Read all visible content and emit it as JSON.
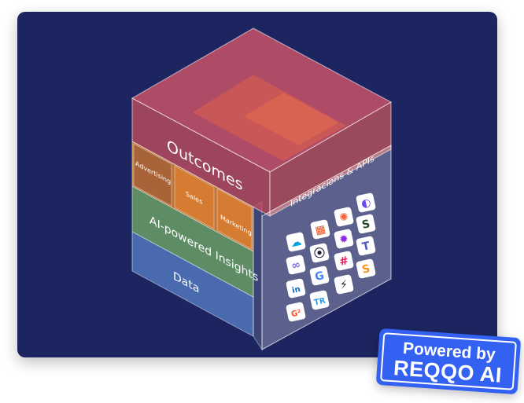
{
  "layers": {
    "outcomes": "Outcomes",
    "advertising": "Advertising",
    "sales": "Sales",
    "marketing": "Marketing",
    "insights": "AI-powered Insights",
    "data": "Data",
    "integrations": "Integracions & APIs"
  },
  "integration_icons": [
    {
      "name": "hubspot-icon",
      "glyph": "✺",
      "color": "#ff5c35"
    },
    {
      "name": "onelogin-icon",
      "glyph": "◐",
      "color": "#6b4ce6"
    },
    {
      "name": "microsoft-icon",
      "glyph": "▦",
      "color": "#f25022"
    },
    {
      "name": "s-logo-icon",
      "glyph": "S",
      "color": "#1d4d2b"
    },
    {
      "name": "salesforce-icon",
      "glyph": "☁",
      "color": "#00a1e0"
    },
    {
      "name": "purple-gear-icon",
      "glyph": "✹",
      "color": "#8a2be2"
    },
    {
      "name": "coda-icon",
      "glyph": "∞",
      "color": "#7a6ee0"
    },
    {
      "name": "dark-circle-icon",
      "glyph": "⦿",
      "color": "#1c1c3a"
    },
    {
      "name": "teams-icon",
      "glyph": "T",
      "color": "#5059c9"
    },
    {
      "name": "slack-icon",
      "glyph": "#",
      "color": "#e01e5a"
    },
    {
      "name": "orange-s-icon",
      "glyph": "S",
      "color": "#f7931e"
    },
    {
      "name": "google-icon",
      "glyph": "G",
      "color": "#4285f4"
    },
    {
      "name": "linkedin-icon",
      "glyph": "in",
      "color": "#0a66c2"
    },
    {
      "name": "bolt-icon",
      "glyph": "⚡",
      "color": "#111111"
    },
    {
      "name": "tr-icon",
      "glyph": "TR",
      "color": "#2b9be8"
    },
    {
      "name": "g2-icon",
      "glyph": "G²",
      "color": "#ff492c"
    }
  ],
  "badge": {
    "line1": "Powered by",
    "line2": "REQQO AI"
  },
  "colors": {
    "background": "#1c2560",
    "badge": "#3361f2"
  }
}
